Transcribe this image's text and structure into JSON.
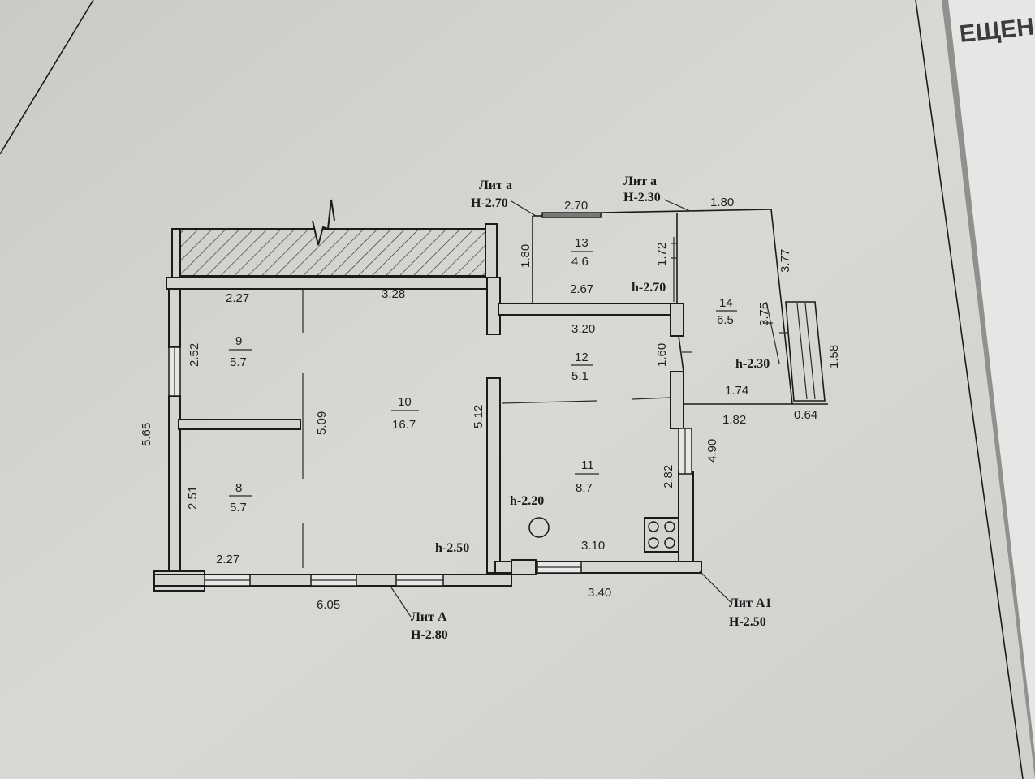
{
  "header": {
    "partial_word": "ЕЩЕН"
  },
  "labels": {
    "lit_a_small_1": "Лит а",
    "h_270_top": "Н-2.70",
    "lit_a_small_2": "Лит а",
    "h_230_top": "Н-2.30",
    "lit_A": "Лит А",
    "h_280": "Н-2.80",
    "lit_A1": "Лит А1",
    "h_250_bottom": "Н-2.50"
  },
  "rooms": [
    {
      "num": "13",
      "area": "4.6"
    },
    {
      "num": "14",
      "area": "6.5"
    },
    {
      "num": "12",
      "area": "5.1"
    },
    {
      "num": "9",
      "area": "5.7"
    },
    {
      "num": "10",
      "area": "16.7"
    },
    {
      "num": "8",
      "area": "5.7"
    },
    {
      "num": "11",
      "area": "8.7"
    }
  ],
  "ceiling_heights": {
    "h270": "h-2.70",
    "h230": "h-2.30",
    "h220": "h-2.20",
    "h250": "h-2.50"
  },
  "dimensions": {
    "d270_top": "2.70",
    "d180_top": "1.80",
    "d180_left": "1.80",
    "d172": "1.72",
    "d377": "3.77",
    "d227_top": "2.27",
    "d328": "3.28",
    "d267": "2.67",
    "d375": "3.75",
    "d320": "3.20",
    "d252": "2.52",
    "d160": "1.60",
    "d158": "1.58",
    "d174": "1.74",
    "d565": "5.65",
    "d509": "5.09",
    "d512": "5.12",
    "d182": "1.82",
    "d064": "0.64",
    "d490": "4.90",
    "d282": "2.82",
    "d251": "2.51",
    "d227_bottom": "2.27",
    "d310": "3.10",
    "d605": "6.05",
    "d340": "3.40"
  },
  "colors": {
    "paper": "#d5d6d2",
    "ink": "#1b1b1b",
    "hatch": "#3a3a3a",
    "shadow": "#7f8281"
  }
}
